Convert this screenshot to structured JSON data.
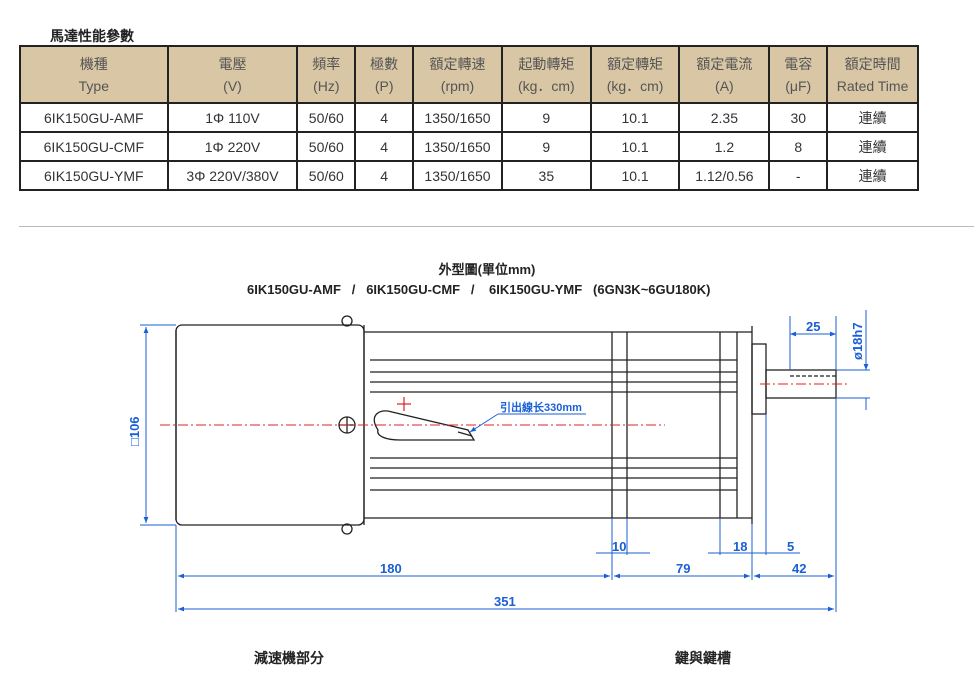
{
  "section_title": "馬達性能參數",
  "table": {
    "headers": [
      [
        "機種",
        "Type"
      ],
      [
        "電壓",
        "(V)"
      ],
      [
        "頻率",
        "(Hz)"
      ],
      [
        "極數",
        "(P)"
      ],
      [
        "額定轉速",
        "(rpm)"
      ],
      [
        "起動轉矩",
        "(kg．cm)"
      ],
      [
        "額定轉矩",
        "(kg．cm)"
      ],
      [
        "額定電流",
        "(A)"
      ],
      [
        "電容",
        "(μF)"
      ],
      [
        "額定時間",
        "Rated Time"
      ]
    ],
    "rows": [
      [
        "6IK150GU-AMF",
        "1Φ 110V",
        "50/60",
        "4",
        "1350/1650",
        "9",
        "10.1",
        "2.35",
        "30",
        "連續"
      ],
      [
        "6IK150GU-CMF",
        "1Φ 220V",
        "50/60",
        "4",
        "1350/1650",
        "9",
        "10.1",
        "1.2",
        "8",
        "連續"
      ],
      [
        "6IK150GU-YMF",
        "3Φ 220V/380V",
        "50/60",
        "4",
        "1350/1650",
        "35",
        "10.1",
        "1.12/0.56",
        "-",
        "連續"
      ]
    ]
  },
  "drawing": {
    "title": "外型圖(單位mm)",
    "models": "6IK150GU-AMF   /   6IK150GU-CMF   /    6IK150GU-YMF   (6GN3K~6GU180K)",
    "lead_wire_label": "引出線长330mm",
    "dimensions": {
      "height": "□106",
      "shaft_dia": "ø18h7",
      "shaft_len": "25",
      "d10": "10",
      "d18": "18",
      "d5": "5",
      "d180": "180",
      "d79": "79",
      "d42": "42",
      "d351": "351"
    },
    "colors": {
      "outline": "#222222",
      "dimension": "#1a5fd6",
      "center": "#e02020"
    }
  },
  "footer": {
    "left": "減速機部分",
    "right": "鍵與鍵槽"
  }
}
